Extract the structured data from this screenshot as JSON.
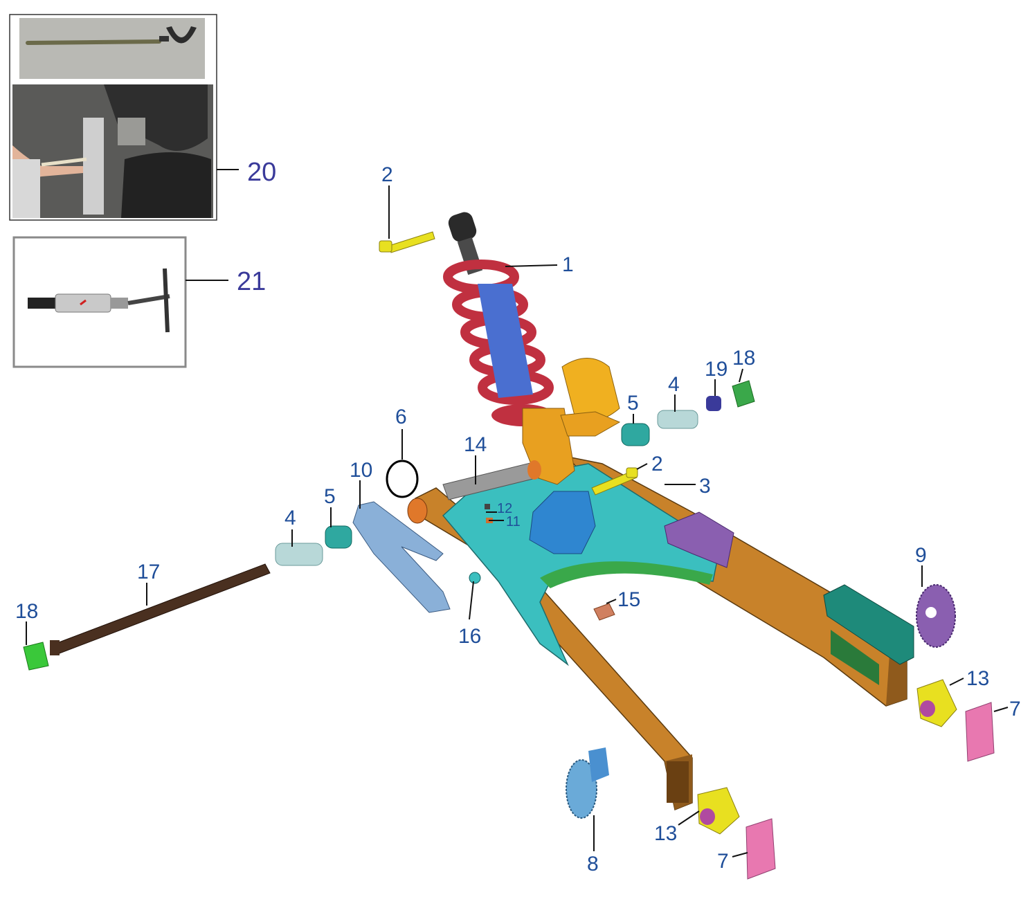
{
  "callouts": {
    "n1": "1",
    "n2a": "2",
    "n2b": "2",
    "n3": "3",
    "n4a": "4",
    "n4b": "4",
    "n5a": "5",
    "n5b": "5",
    "n6": "6",
    "n7a": "7",
    "n7b": "7",
    "n8": "8",
    "n9": "9",
    "n10": "10",
    "n11": "11",
    "n12": "12",
    "n13a": "13",
    "n13b": "13",
    "n14": "14",
    "n15": "15",
    "n16": "16",
    "n17": "17",
    "n18a": "18",
    "n18b": "18",
    "n19": "19",
    "n20": "20",
    "n21": "21"
  },
  "colors": {
    "swingarm": "#c8822a",
    "swingarm_dark": "#8f5a1c",
    "crossmember": "#3bbfbf",
    "crossmember_green": "#3aa84a",
    "spring": "#c03040",
    "shock_body": "#4a6fd0",
    "reservoir": "#f0b020",
    "label": "#1f4e99",
    "tool_label": "#3a3a9a"
  }
}
